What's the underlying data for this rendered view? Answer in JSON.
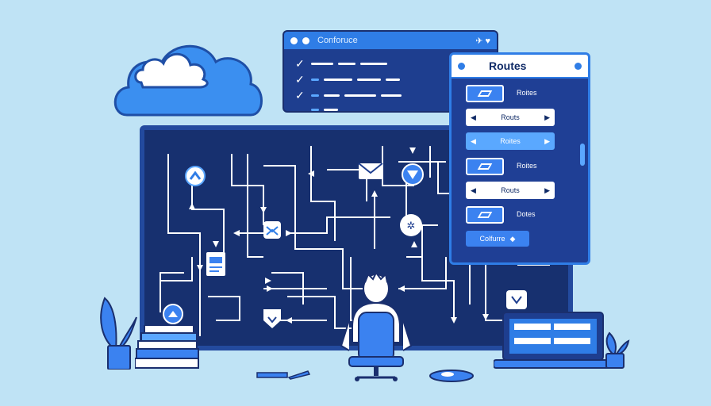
{
  "console": {
    "title": "Conforuce",
    "icons": "✈ ♥"
  },
  "routes_panel": {
    "title": "Routes",
    "items": [
      {
        "type": "tag",
        "label": "Roites"
      },
      {
        "type": "bar",
        "style": "white",
        "label": "Routs"
      },
      {
        "type": "bar",
        "style": "blue",
        "label": "Roites"
      },
      {
        "type": "tag",
        "label": "Roites"
      },
      {
        "type": "bar",
        "style": "white",
        "label": "Routs"
      },
      {
        "type": "tag",
        "label": "Dotes"
      }
    ],
    "button_label": "Colfurre"
  },
  "colors": {
    "background": "#bfe3f5",
    "board": "#17306f",
    "accent": "#2f7de6"
  }
}
